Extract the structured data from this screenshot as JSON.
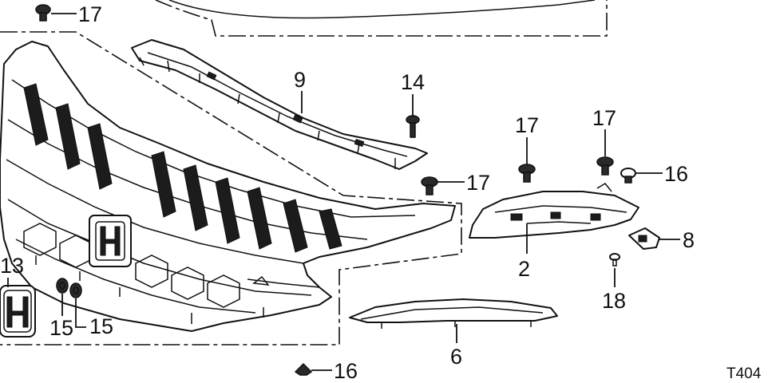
{
  "diagram": {
    "diagram_code": "T404",
    "callouts": [
      {
        "id": "c17a",
        "label": "17"
      },
      {
        "id": "c9",
        "label": "9"
      },
      {
        "id": "c14",
        "label": "14"
      },
      {
        "id": "c17b",
        "label": "17"
      },
      {
        "id": "c17c",
        "label": "17"
      },
      {
        "id": "c17d",
        "label": "17"
      },
      {
        "id": "c16a",
        "label": "16"
      },
      {
        "id": "c8",
        "label": "8"
      },
      {
        "id": "c2",
        "label": "2"
      },
      {
        "id": "c18",
        "label": "18"
      },
      {
        "id": "c13",
        "label": "13"
      },
      {
        "id": "c15a",
        "label": "15"
      },
      {
        "id": "c15b",
        "label": "15"
      },
      {
        "id": "c6",
        "label": "6"
      },
      {
        "id": "c16b",
        "label": "16"
      }
    ]
  }
}
